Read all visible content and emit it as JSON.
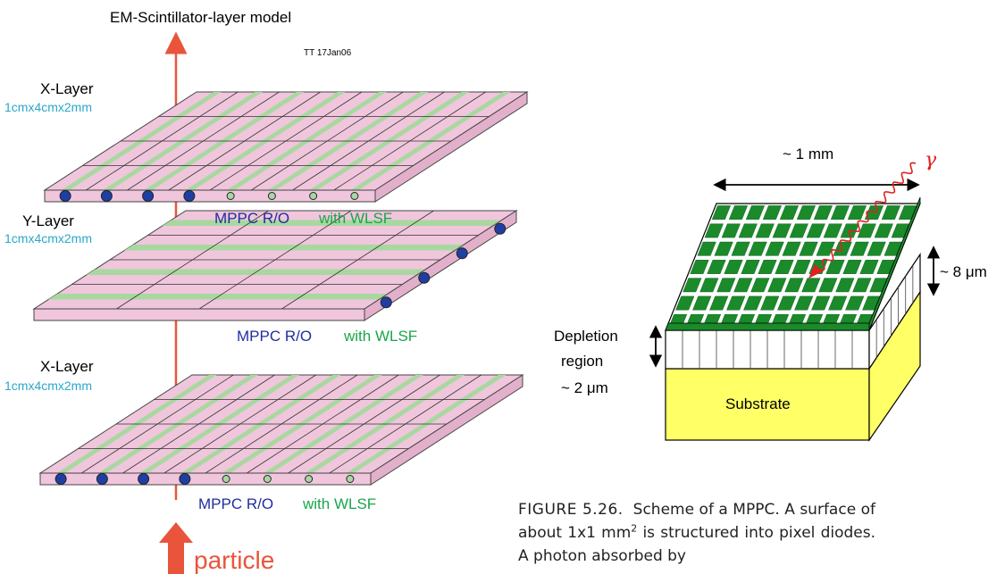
{
  "left_diagram": {
    "title": "EM-Scintillator-layer model",
    "author_date": "TT 17Jan06",
    "layers": [
      {
        "name": "X-Layer",
        "dims": "1cmx4cmx2mm",
        "readout": "MPPC R/O",
        "fiber": "with WLSF"
      },
      {
        "name": "Y-Layer",
        "dims": "1cmx4cmx2mm",
        "readout": "MPPC R/O",
        "fiber": "with WLSF"
      },
      {
        "name": "X-Layer",
        "dims": "1cmx4cmx2mm",
        "readout": "MPPC R/O",
        "fiber": "with WLSF"
      }
    ],
    "particle_label": "particle",
    "colors": {
      "title": "#000000",
      "dims": "#2aa7c9",
      "readout": "#1f2e9e",
      "fiber": "#19a64a",
      "arrow": "#e8553a",
      "tile": "#f0c6dc",
      "stripe": "#a8d8a0"
    }
  },
  "right_diagram": {
    "width_label": "~ 1 mm",
    "gamma_label": "γ",
    "thickness_label": "~ 8 μm",
    "depletion_line1": "Depletion",
    "depletion_line2": "region",
    "depletion_line3": "~ 2 μm",
    "substrate_label": "Substrate",
    "colors": {
      "pixel": "#1a8a2a",
      "grid": "#ffffff",
      "substrate": "#ffff66",
      "side_top": "#f4f4a0",
      "photon": "#e02020"
    }
  },
  "caption": {
    "prefix": "FIGURE 5.26.",
    "text1": "Scheme of a MPPC. A surface of about 1x1 mm",
    "sup": "2",
    "text2": " is structured into pixel diodes. A photon absorbed by"
  }
}
